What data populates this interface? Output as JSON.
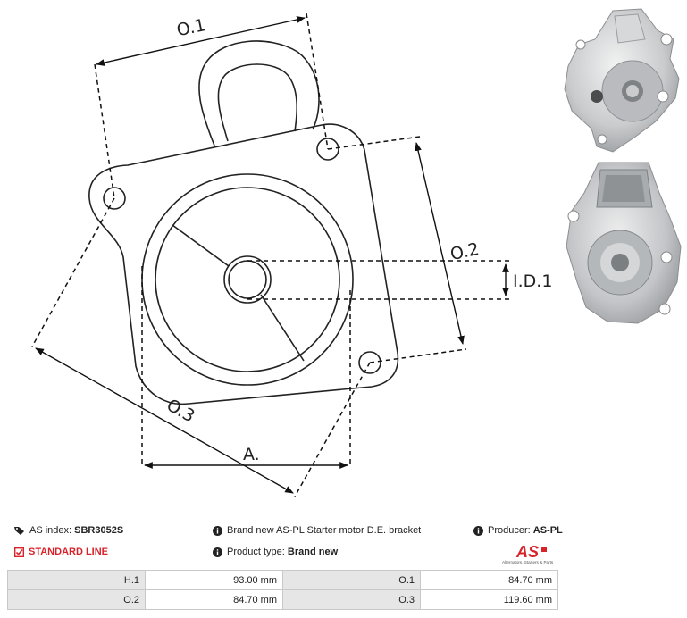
{
  "drawing": {
    "labels": {
      "o1": "O.1",
      "o2": "O.2",
      "o3": "O.3",
      "id1": "I.D.1",
      "a": "A."
    }
  },
  "info": {
    "as_index_label": "AS index:",
    "as_index_value": "SBR3052S",
    "description": "Brand new AS-PL Starter motor D.E. bracket",
    "producer_label": "Producer:",
    "producer_value": "AS-PL",
    "standard_line": "STANDARD LINE",
    "product_type_label": "Product type:",
    "product_type_value": "Brand new"
  },
  "logo": {
    "mark": "AS",
    "tagline": "Alternators, Starters & Parts",
    "color": "#d8232a"
  },
  "params": [
    {
      "label1": "H.1",
      "value1": "93.00 mm",
      "label2": "O.1",
      "value2": "84.70 mm"
    },
    {
      "label1": "O.2",
      "value1": "84.70 mm",
      "label2": "O.3",
      "value2": "119.60 mm"
    }
  ],
  "icons": {
    "tag": "tag-icon",
    "info": "info-icon",
    "check": "checkbox-icon"
  },
  "colors": {
    "accent": "#d8232a",
    "table_label_bg": "#e6e6e6",
    "border": "#c9c9c9"
  }
}
